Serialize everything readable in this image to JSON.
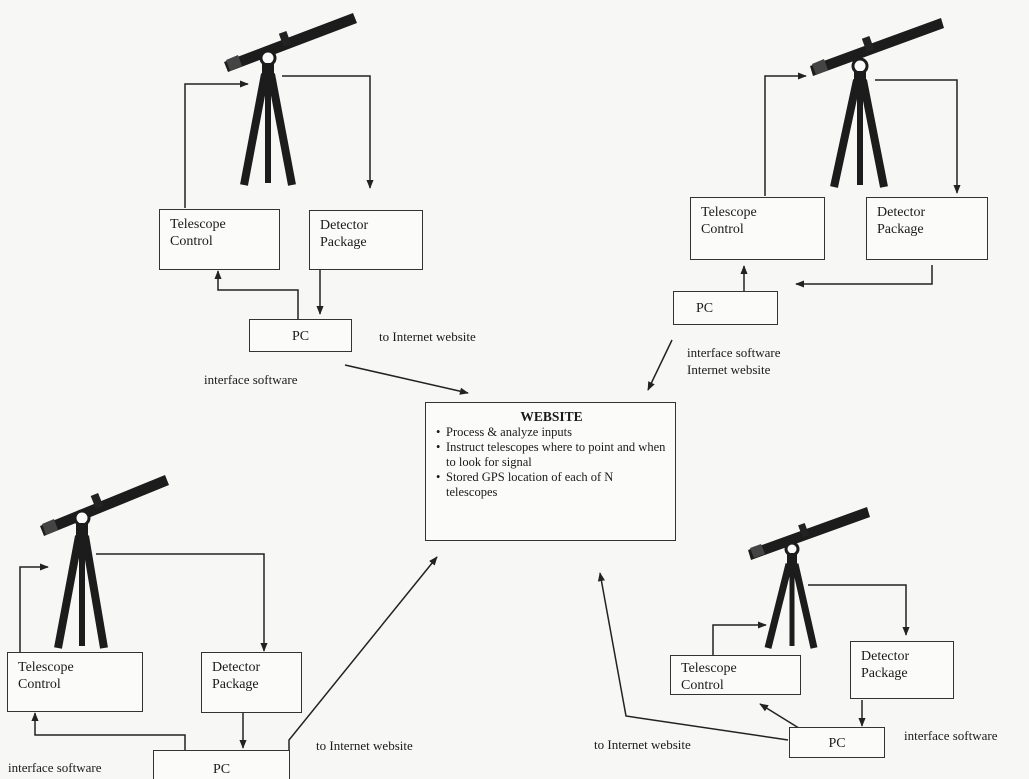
{
  "telescope_control_label": [
    "Telescope",
    "Control"
  ],
  "detector_package_label": [
    "Detector",
    "Package"
  ],
  "pc_label": "PC",
  "interface_software_label": "interface software",
  "to_internet_website_label": "to Internet website",
  "internet_website_label": "Internet website",
  "website": {
    "title": "WEBSITE",
    "items": [
      "Process & analyze inputs",
      "Instruct telescopes where to point and when to look for signal",
      "Stored GPS location of each of N telescopes"
    ]
  }
}
